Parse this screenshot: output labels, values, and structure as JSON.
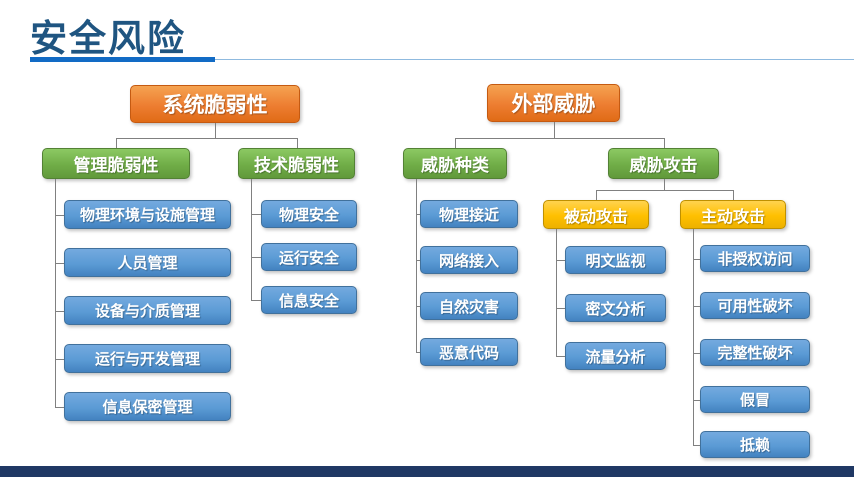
{
  "slide": {
    "title": "安全风险",
    "palette": {
      "orange": "#ED7D31",
      "green": "#70AD47",
      "blue": "#5B9BD5",
      "yellow": "#FFC000",
      "title_color": "#1F5581",
      "accent_line": "#126BC5",
      "accent_line_thin": "#8FBADF",
      "footer_bar": "#1F3864",
      "connector": "#808080"
    }
  },
  "diagram": {
    "nodes": [
      {
        "id": "sys",
        "label": "系统脆弱性",
        "variant": "orange",
        "parent": null,
        "connect": null
      },
      {
        "id": "mgmt",
        "label": "管理脆弱性",
        "variant": "green",
        "parent": "sys",
        "connect": "top"
      },
      {
        "id": "tech",
        "label": "技术脆弱性",
        "variant": "green",
        "parent": "sys",
        "connect": "top"
      },
      {
        "id": "mgmt1",
        "label": "物理环境与设施管理",
        "variant": "blue",
        "parent": "mgmt",
        "connect": "elbow"
      },
      {
        "id": "mgmt2",
        "label": "人员管理",
        "variant": "blue",
        "parent": "mgmt",
        "connect": "elbow"
      },
      {
        "id": "mgmt3",
        "label": "设备与介质管理",
        "variant": "blue",
        "parent": "mgmt",
        "connect": "elbow"
      },
      {
        "id": "mgmt4",
        "label": "运行与开发管理",
        "variant": "blue",
        "parent": "mgmt",
        "connect": "elbow"
      },
      {
        "id": "mgmt5",
        "label": "信息保密管理",
        "variant": "blue",
        "parent": "mgmt",
        "connect": "elbow"
      },
      {
        "id": "tech1",
        "label": "物理安全",
        "variant": "blue",
        "parent": "tech",
        "connect": "elbow"
      },
      {
        "id": "tech2",
        "label": "运行安全",
        "variant": "blue",
        "parent": "tech",
        "connect": "elbow"
      },
      {
        "id": "tech3",
        "label": "信息安全",
        "variant": "blue",
        "parent": "tech",
        "connect": "elbow"
      },
      {
        "id": "ext",
        "label": "外部威胁",
        "variant": "orange",
        "parent": null,
        "connect": null
      },
      {
        "id": "types",
        "label": "威胁种类",
        "variant": "green",
        "parent": "ext",
        "connect": "top"
      },
      {
        "id": "attacks",
        "label": "威胁攻击",
        "variant": "green",
        "parent": "ext",
        "connect": "top"
      },
      {
        "id": "types1",
        "label": "物理接近",
        "variant": "blue",
        "parent": "types",
        "connect": "elbow"
      },
      {
        "id": "types2",
        "label": "网络接入",
        "variant": "blue",
        "parent": "types",
        "connect": "elbow"
      },
      {
        "id": "types3",
        "label": "自然灾害",
        "variant": "blue",
        "parent": "types",
        "connect": "elbow"
      },
      {
        "id": "types4",
        "label": "恶意代码",
        "variant": "blue",
        "parent": "types",
        "connect": "elbow"
      },
      {
        "id": "passive",
        "label": "被动攻击",
        "variant": "yellow",
        "parent": "attacks",
        "connect": "top"
      },
      {
        "id": "active",
        "label": "主动攻击",
        "variant": "yellow",
        "parent": "attacks",
        "connect": "top"
      },
      {
        "id": "passive1",
        "label": "明文监视",
        "variant": "blue",
        "parent": "passive",
        "connect": "elbow"
      },
      {
        "id": "passive2",
        "label": "密文分析",
        "variant": "blue",
        "parent": "passive",
        "connect": "elbow"
      },
      {
        "id": "passive3",
        "label": "流量分析",
        "variant": "blue",
        "parent": "passive",
        "connect": "elbow"
      },
      {
        "id": "active1",
        "label": "非授权访问",
        "variant": "blue",
        "parent": "active",
        "connect": "elbow"
      },
      {
        "id": "active2",
        "label": "可用性破坏",
        "variant": "blue",
        "parent": "active",
        "connect": "elbow"
      },
      {
        "id": "active3",
        "label": "完整性破坏",
        "variant": "blue",
        "parent": "active",
        "connect": "elbow"
      },
      {
        "id": "active4",
        "label": "假冒",
        "variant": "blue",
        "parent": "active",
        "connect": "elbow"
      },
      {
        "id": "active5",
        "label": "抵赖",
        "variant": "blue",
        "parent": "active",
        "connect": "elbow"
      }
    ]
  }
}
